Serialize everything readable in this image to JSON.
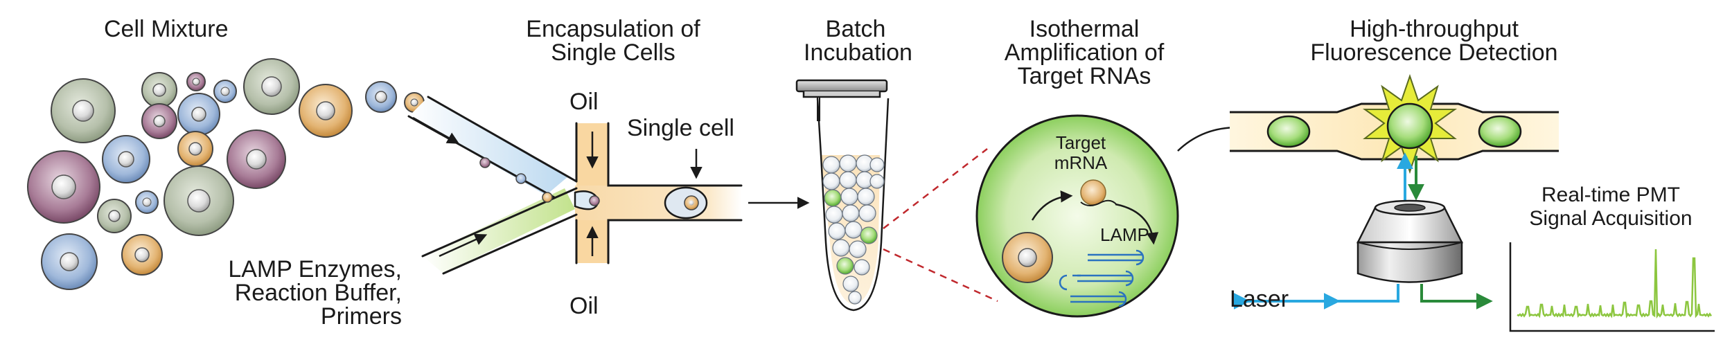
{
  "stages": {
    "cell_mixture": "Cell Mixture",
    "encapsulation_line1": "Encapsulation of",
    "encapsulation_line2": "Single Cells",
    "incubation_line1": "Batch",
    "incubation_line2": "Incubation",
    "amplification_line1": "Isothermal",
    "amplification_line2": "Amplification of",
    "amplification_line3": "Target RNAs",
    "detection_line1": "High-throughput",
    "detection_line2": "Fluorescence Detection"
  },
  "labels": {
    "oil_top": "Oil",
    "oil_bottom": "Oil",
    "single_cell": "Single cell",
    "reagents_line1": "LAMP Enzymes,",
    "reagents_line2": "Reaction Buffer,",
    "reagents_line3": "Primers",
    "target_line1": "Target",
    "target_line2": "mRNA",
    "lamp": "LAMP",
    "laser": "Laser",
    "pmt_line1": "Real-time PMT",
    "pmt_line2": "Signal Acquisition"
  },
  "colors": {
    "cell_green": "#9aa88f",
    "cell_purple": "#8a5a78",
    "cell_blue": "#7e9cc4",
    "cell_orange": "#d4a05a",
    "droplet_green": "#8fd067",
    "laser_blue": "#29a8e0",
    "emission_green": "#2a8a3a",
    "signal_green": "#8cc63f",
    "burst_yellow": "#e6ec3a",
    "dashed_red": "#c0282d"
  }
}
